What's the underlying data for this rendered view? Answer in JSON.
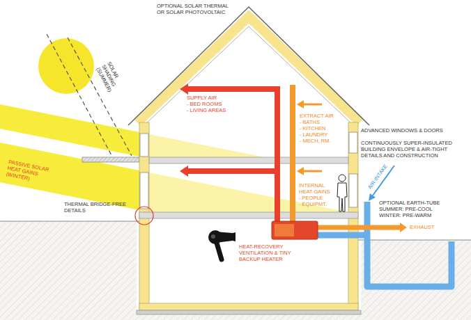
{
  "diagram": {
    "labels": [
      "OPTIONAL SOLAR THERMAL OR SOLAR PHOTOVOLTAIC",
      "SOLAR SHADING (SUMMER)",
      "SUPPLY AIR",
      "- BED ROOMS",
      "- LIVING AREAS",
      "EXTRACT AIR",
      "- BATHS",
      "- KITCHEN",
      "- LAUNDRY",
      "- MECH. RM.",
      "ADVANCED WINDOWS & DOORS",
      "CONTINUOUSLY SUPER-INSULATED BUILDING ENVELOPE & AIR-TIGHT DETAILS AND CONSTRUCTION",
      "PASSIVE SOLAR HEAT GAINS (WINTER)",
      "INTERNAL HEAT GAINS",
      "- PEOPLE",
      "- EQUIPMT.",
      "AIR-INTAKE",
      "OPTIONAL EARTH-TUBE",
      "SUMMER: PRE-COOL",
      "WINTER: PRE-WARM",
      "EXHAUST",
      "THERMAL BRIDGE-FREE DETAILS",
      "HEAT-RECOVERY VENTILATION & TINY BACKUP HEATER"
    ]
  }
}
